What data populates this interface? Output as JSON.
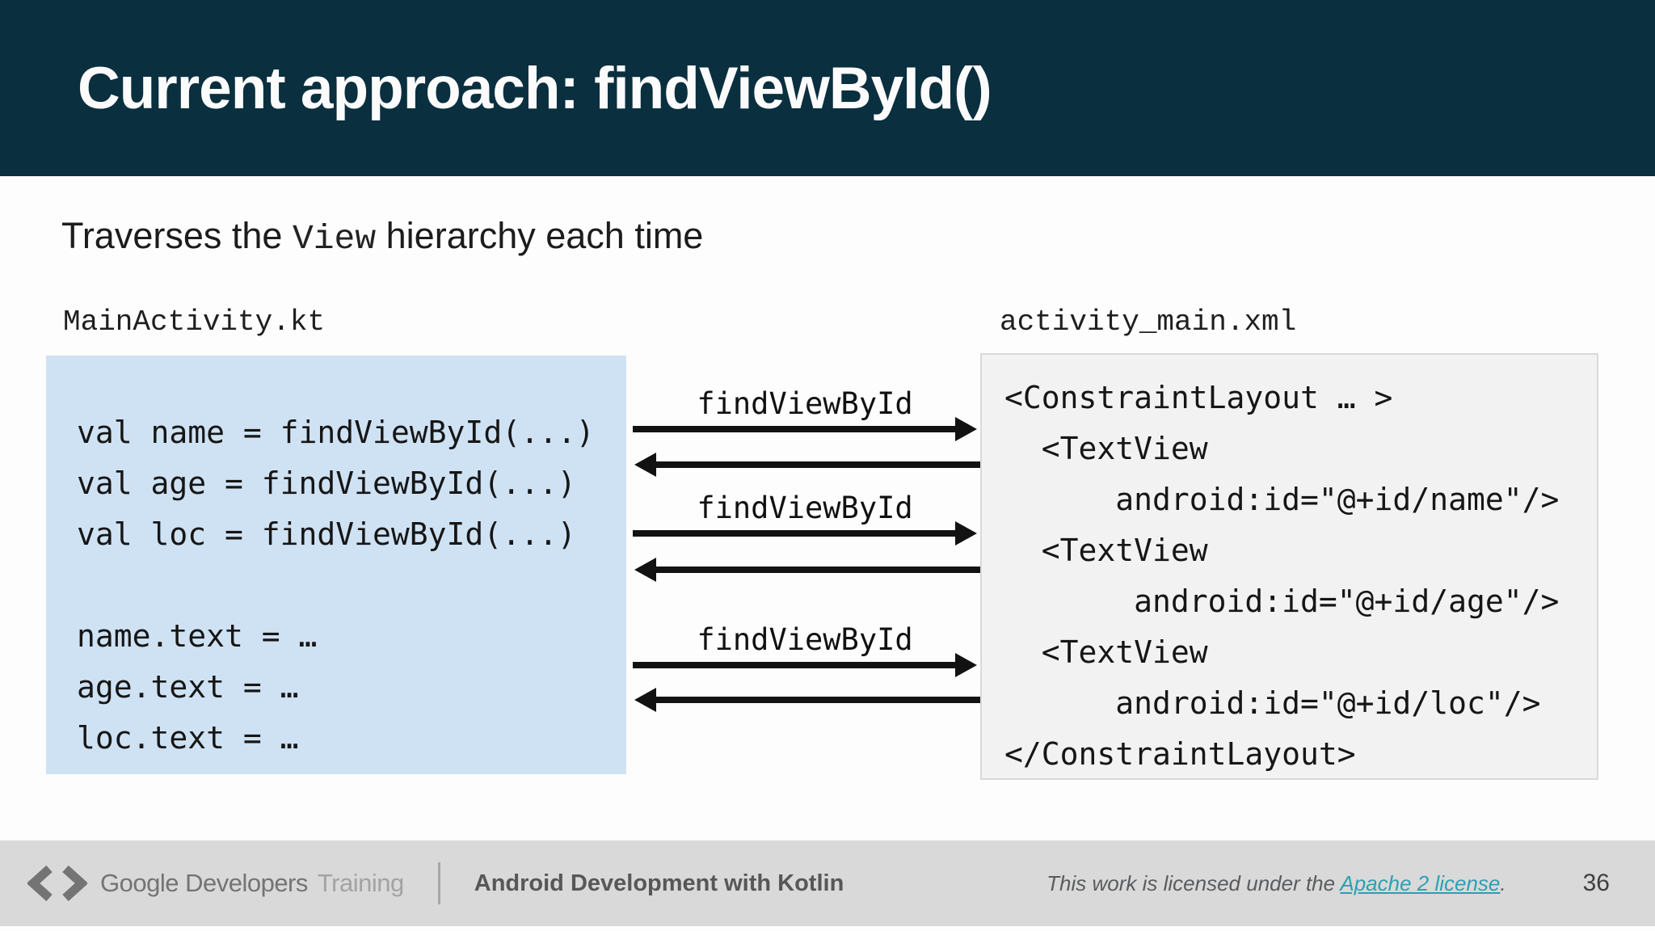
{
  "slide": {
    "title": "Current approach: findViewById()",
    "subtitle": {
      "prefix": "Traverses the ",
      "code": "View",
      "suffix": " hierarchy each time"
    }
  },
  "diagram": {
    "kotlin_file": "MainActivity.kt",
    "xml_file": "activity_main.xml",
    "kotlin_code": [
      "val name = findViewById(...)",
      "val age = findViewById(...)",
      "val loc = findViewById(...)",
      "",
      "name.text = …",
      "age.text = …",
      "loc.text = …"
    ],
    "xml_code": [
      "<ConstraintLayout … >",
      "  <TextView",
      "      android:id=\"@+id/name\"/>",
      "  <TextView",
      "       android:id=\"@+id/age\"/>",
      "  <TextView",
      "      android:id=\"@+id/loc\"/>",
      "</ConstraintLayout>"
    ],
    "arrows": [
      {
        "label": "findViewById"
      },
      {
        "label": "findViewById"
      },
      {
        "label": "findViewById"
      }
    ]
  },
  "footer": {
    "brand_primary": "Google Developers",
    "brand_secondary": "Training",
    "course": "Android Development with Kotlin",
    "license_prefix": "This work is licensed under the ",
    "license_link": "Apache 2 license",
    "license_suffix": ".",
    "page_number": "36"
  },
  "colors": {
    "header-bg": "#0a2f3f",
    "title-text": "#fbfbfb",
    "body-text": "#1c1c1c",
    "kotlin-box-bg": "#cfe2f3",
    "xml-box-bg": "#f2f2f3",
    "xml-box-border": "#d9d9d9",
    "arrow": "#121212",
    "footer-bg": "#d9d9d9",
    "brand-gray": "#747474",
    "brand-light": "#a3a3a3",
    "course-text": "#575757",
    "license-text": "#595c5e",
    "link-teal": "#2ba1b3",
    "page-number": "#3f3f3f"
  }
}
